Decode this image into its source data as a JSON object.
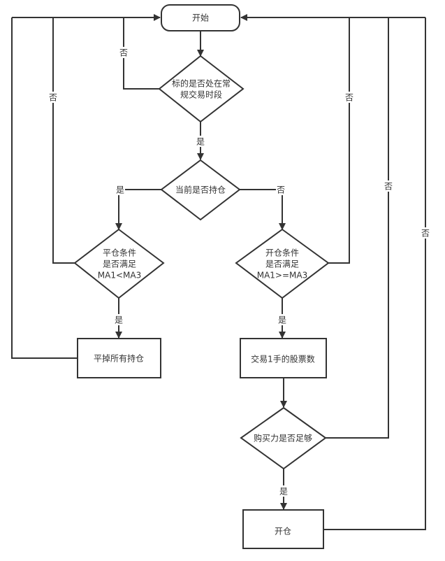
{
  "diagram": {
    "type": "flowchart",
    "colors": {
      "stroke": "#333333",
      "fill": "#ffffff",
      "text": "#333333"
    },
    "nodes": {
      "start": {
        "shape": "terminator",
        "lines": [
          "开始"
        ]
      },
      "trading_hours": {
        "shape": "decision",
        "lines": [
          "标的是否处在常",
          "规交易时段"
        ]
      },
      "holding": {
        "shape": "decision",
        "lines": [
          "当前是否持仓"
        ]
      },
      "close_condition": {
        "shape": "decision",
        "lines": [
          "平仓条件",
          "是否满足",
          "MA1<MA3"
        ]
      },
      "open_condition": {
        "shape": "decision",
        "lines": [
          "开仓条件",
          "是否满足",
          "MA1>=MA3"
        ]
      },
      "close_all": {
        "shape": "process",
        "lines": [
          "平掉所有持仓"
        ]
      },
      "lot_size": {
        "shape": "process",
        "lines": [
          "交易1手的股票数"
        ]
      },
      "buying_power": {
        "shape": "decision",
        "lines": [
          "购买力是否足够"
        ]
      },
      "open_position": {
        "shape": "process",
        "lines": [
          "开仓"
        ]
      }
    },
    "edges": [
      {
        "from": "start",
        "to": "trading_hours",
        "label": ""
      },
      {
        "from": "trading_hours",
        "to": "holding",
        "label": "是"
      },
      {
        "from": "trading_hours",
        "to": "start",
        "label": "否"
      },
      {
        "from": "holding",
        "to": "close_condition",
        "label": "是"
      },
      {
        "from": "holding",
        "to": "open_condition",
        "label": "否"
      },
      {
        "from": "close_condition",
        "to": "close_all",
        "label": "是"
      },
      {
        "from": "close_condition",
        "to": "start",
        "label": "否"
      },
      {
        "from": "close_all",
        "to": "start",
        "label": ""
      },
      {
        "from": "open_condition",
        "to": "lot_size",
        "label": "是"
      },
      {
        "from": "open_condition",
        "to": "start",
        "label": "否"
      },
      {
        "from": "lot_size",
        "to": "buying_power",
        "label": ""
      },
      {
        "from": "buying_power",
        "to": "open_position",
        "label": "是"
      },
      {
        "from": "buying_power",
        "to": "start",
        "label": "否"
      },
      {
        "from": "open_position",
        "to": "start",
        "label": ""
      }
    ]
  }
}
